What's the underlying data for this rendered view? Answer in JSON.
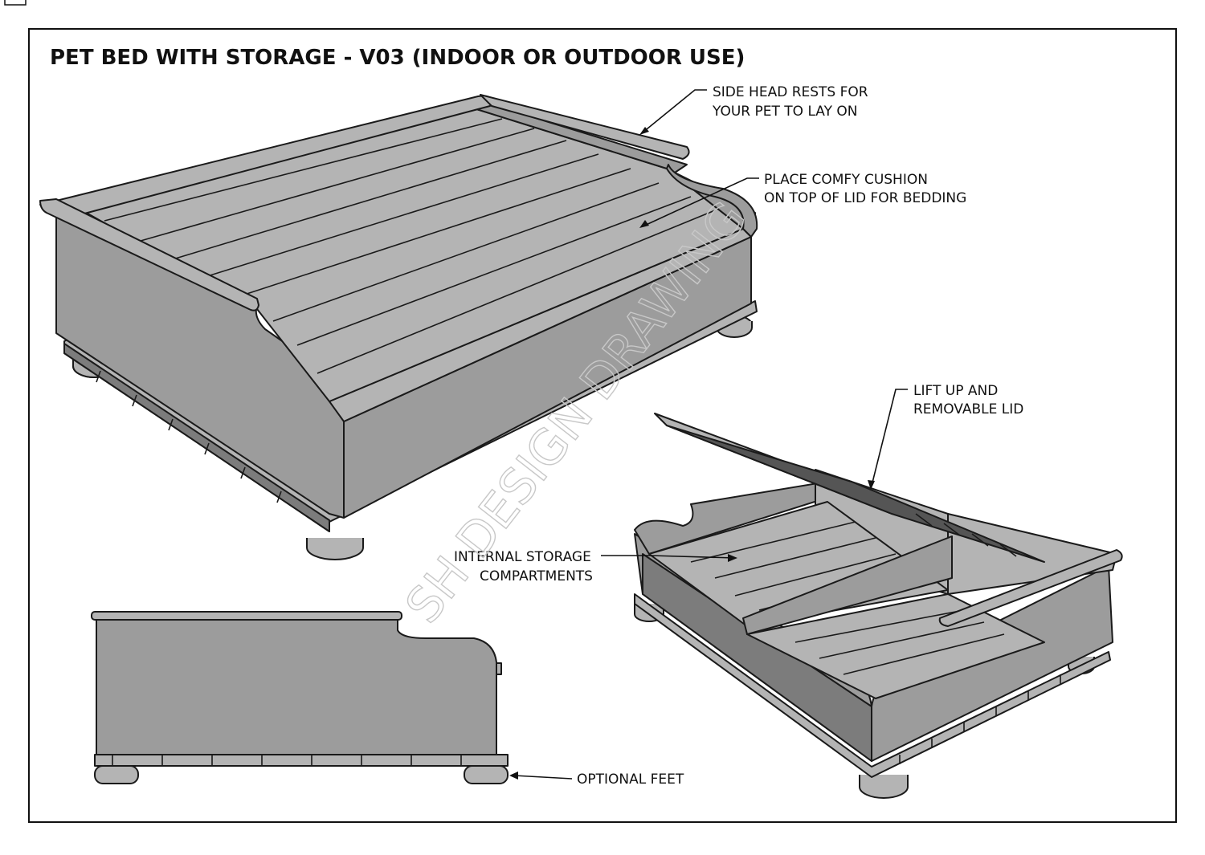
{
  "title": "PET BED WITH STORAGE - V03 (INDOOR OR OUTDOOR USE)",
  "watermark": "SH DESIGN DRAWING",
  "callouts": {
    "side_head_rests": [
      "SIDE HEAD RESTS FOR",
      "YOUR PET TO LAY ON"
    ],
    "comfy_cushion": [
      "PLACE COMFY CUSHION",
      "ON TOP OF LID FOR BEDDING"
    ],
    "lift_up_lid": [
      "LIFT UP AND",
      "REMOVABLE LID"
    ],
    "internal_storage": [
      "INTERNAL STORAGE",
      "COMPARTMENTS"
    ],
    "optional_feet": [
      "OPTIONAL FEET"
    ]
  },
  "colors": {
    "body": "#9c9c9c",
    "outline": "#1a1a1a",
    "watermark": "#c8c8c8"
  }
}
